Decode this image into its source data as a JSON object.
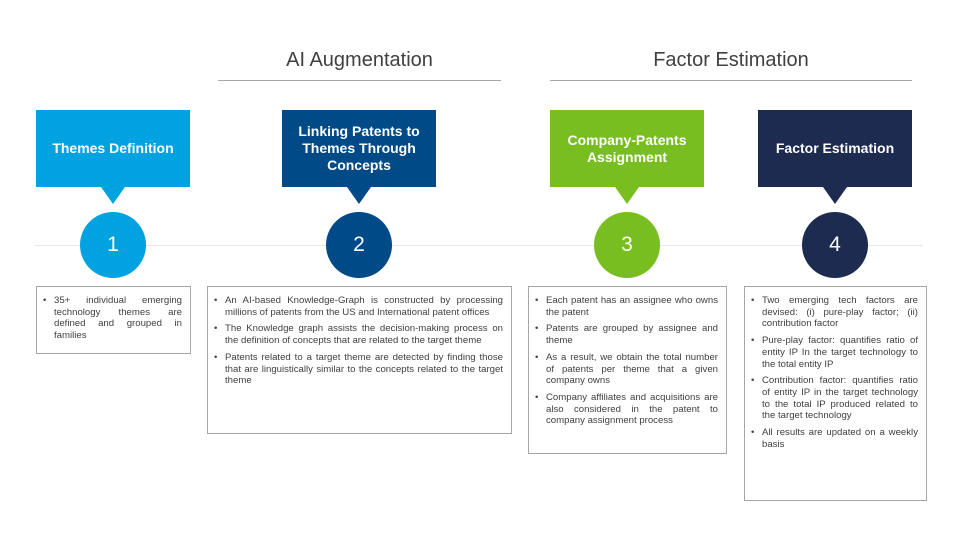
{
  "sections": [
    {
      "title": "AI Augmentation"
    },
    {
      "title": "Factor Estimation"
    }
  ],
  "colors": {
    "light_blue": "#00a3e0",
    "dark_blue": "#004a87",
    "green": "#78be20",
    "navy": "#1d2b50"
  },
  "steps": [
    {
      "number": "1",
      "title": "Themes Definition",
      "bullets": [
        "35+ individual emerging technology themes are defined and grouped in families"
      ]
    },
    {
      "number": "2",
      "title": "Linking Patents to Themes Through Concepts",
      "bullets": [
        "An AI-based Knowledge-Graph is constructed by processing millions of patents from the US and International patent offices",
        "The Knowledge graph assists the decision-making process on the definition of concepts that are related to the target theme",
        "Patents related to a target theme are detected by finding those that are linguistically similar to the concepts related to the target theme"
      ]
    },
    {
      "number": "3",
      "title": "Company-Patents Assignment",
      "bullets": [
        "Each patent has an assignee who owns the patent",
        "Patents are grouped by assignee and theme",
        "As a result, we obtain the total number of patents per theme that a given company owns",
        "Company affiliates and acquisitions are also considered in the patent to company assignment process"
      ]
    },
    {
      "number": "4",
      "title": "Factor Estimation",
      "bullets": [
        "Two emerging tech factors are devised: (i) pure-play factor; (ii) contribution factor",
        "Pure-play factor: quantifies ratio of entity IP In the target technology to the total entity IP",
        "Contribution factor: quantifies ratio of entity IP in the target technology to the total IP produced related to the target technology",
        "All results are updated on a weekly basis"
      ]
    }
  ]
}
